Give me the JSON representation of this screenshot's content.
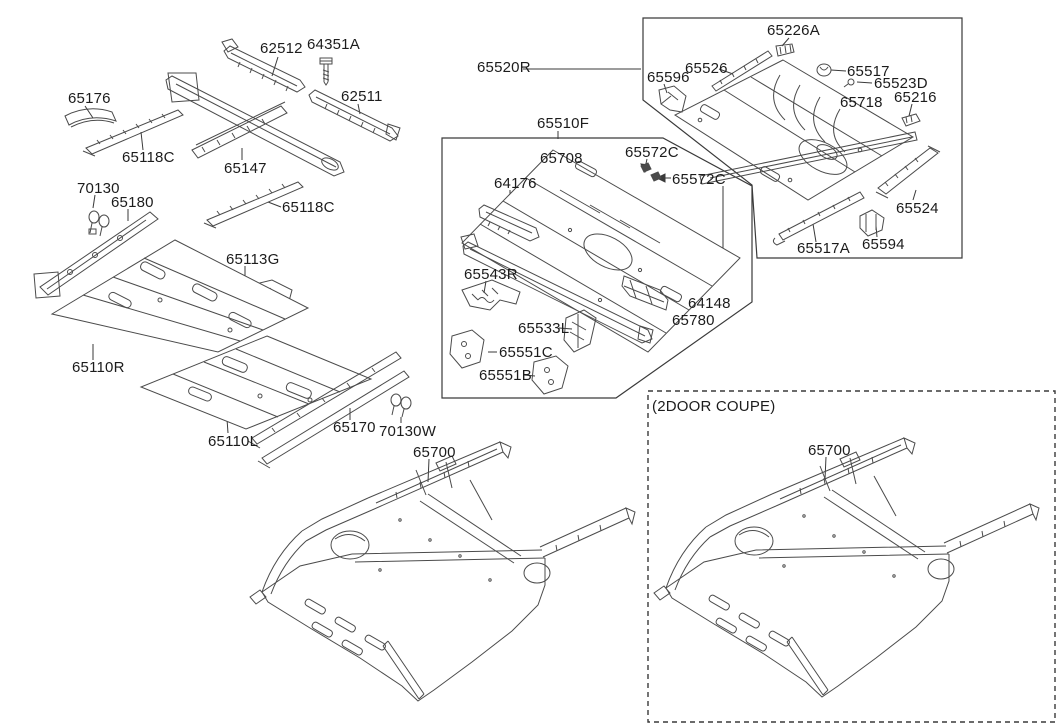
{
  "figure": {
    "coupe_caption": "(2DOOR COUPE)"
  },
  "colors": {
    "background": "#ffffff",
    "line_art": "#4b4b4b",
    "box_border": "#3a3a3a",
    "label_text": "#1c1c1c"
  },
  "labels": [
    {
      "id": "62512",
      "text": "62512"
    },
    {
      "id": "64351A",
      "text": "64351A"
    },
    {
      "id": "65176",
      "text": "65176"
    },
    {
      "id": "62511",
      "text": "62511"
    },
    {
      "id": "65118C-1",
      "text": "65118C"
    },
    {
      "id": "65147",
      "text": "65147"
    },
    {
      "id": "70130",
      "text": "70130"
    },
    {
      "id": "65180",
      "text": "65180"
    },
    {
      "id": "65118C-2",
      "text": "65118C"
    },
    {
      "id": "65113G",
      "text": "65113G"
    },
    {
      "id": "65110R",
      "text": "65110R"
    },
    {
      "id": "65110L",
      "text": "65110L"
    },
    {
      "id": "65170",
      "text": "65170"
    },
    {
      "id": "70130W",
      "text": "70130W"
    },
    {
      "id": "65700-left",
      "text": "65700"
    },
    {
      "id": "65510F",
      "text": "65510F"
    },
    {
      "id": "65708",
      "text": "65708"
    },
    {
      "id": "65572C-a",
      "text": "65572C"
    },
    {
      "id": "65572C-b",
      "text": "65572C"
    },
    {
      "id": "64176",
      "text": "64176"
    },
    {
      "id": "65543R",
      "text": "65543R"
    },
    {
      "id": "65533L",
      "text": "65533L"
    },
    {
      "id": "65551C",
      "text": "65551C"
    },
    {
      "id": "65551B",
      "text": "65551B"
    },
    {
      "id": "64148",
      "text": "64148"
    },
    {
      "id": "65780",
      "text": "65780"
    },
    {
      "id": "65520R",
      "text": "65520R"
    },
    {
      "id": "65226A",
      "text": "65226A"
    },
    {
      "id": "65596",
      "text": "65596"
    },
    {
      "id": "65526",
      "text": "65526"
    },
    {
      "id": "65517",
      "text": "65517"
    },
    {
      "id": "65523D",
      "text": "65523D"
    },
    {
      "id": "65216",
      "text": "65216"
    },
    {
      "id": "65718",
      "text": "65718"
    },
    {
      "id": "65524",
      "text": "65524"
    },
    {
      "id": "65594",
      "text": "65594"
    },
    {
      "id": "65517A",
      "text": "65517A"
    },
    {
      "id": "coupe-caption",
      "text": "(2DOOR COUPE)"
    },
    {
      "id": "65700-right",
      "text": "65700"
    }
  ]
}
